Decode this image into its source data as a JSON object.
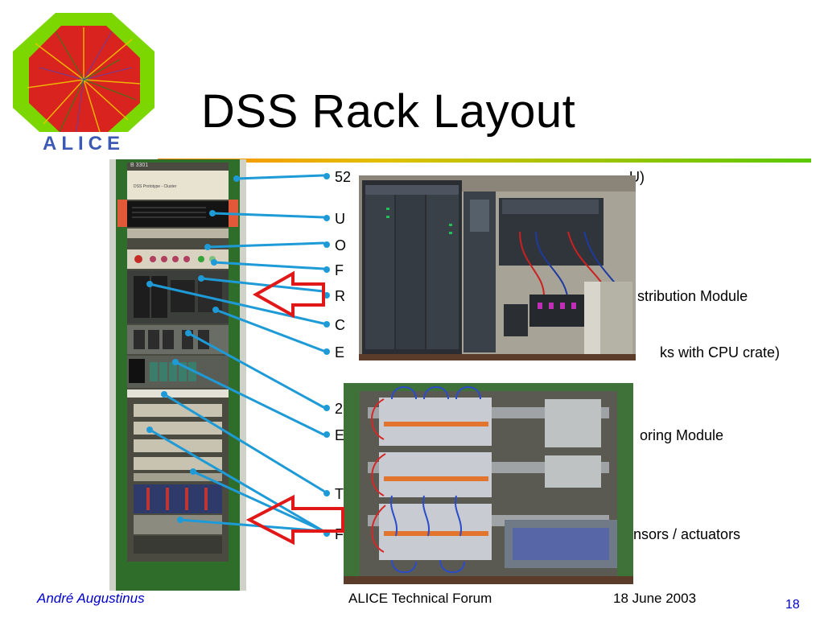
{
  "logo": {
    "icon": "alice-logo-icon",
    "text": "ALICE"
  },
  "slide": {
    "title": "DSS Rack Layout"
  },
  "rack_photo": {
    "icon": "rack-photo",
    "label": "B 3301",
    "panel_label": "DSS Prototype - Cluster"
  },
  "bullets": [
    {
      "left": "52",
      "right": "U)"
    },
    {
      "left": "U",
      "right": ""
    },
    {
      "left": "O",
      "right": ""
    },
    {
      "left": "F",
      "right": ""
    },
    {
      "left": "R",
      "right": "stribution Module"
    },
    {
      "left": "C",
      "right": ""
    },
    {
      "left": "E",
      "right": "ks with CPU crate)"
    },
    {
      "left": "2",
      "right": ""
    },
    {
      "left": "E",
      "right": "oring Module"
    },
    {
      "left": "T",
      "right": ""
    },
    {
      "left": "F",
      "right": "nsors / actuators"
    }
  ],
  "photo1": {
    "icon": "plc-cpu-crate-photo"
  },
  "photo2": {
    "icon": "terminal-blocks-photo"
  },
  "footer": {
    "author": "André Augustinus",
    "event": "ALICE Technical Forum",
    "date": "18 June 2003",
    "page": "18"
  }
}
